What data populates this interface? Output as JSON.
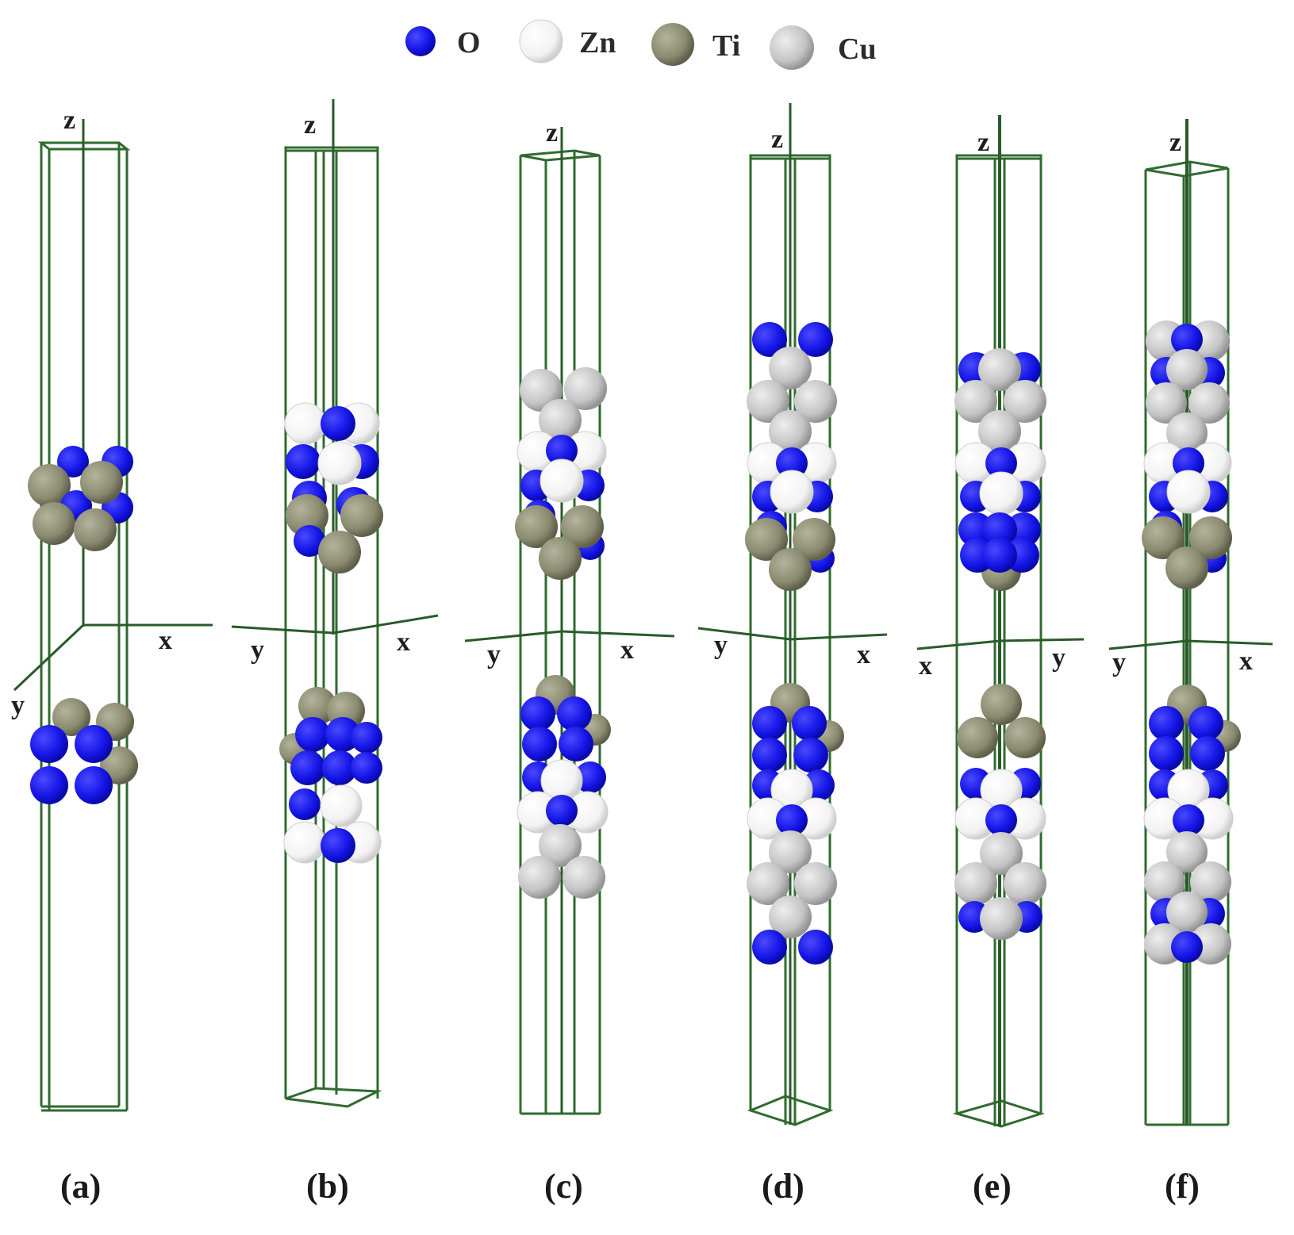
{
  "legend": [
    {
      "symbol": "O",
      "color": "#1414e6"
    },
    {
      "symbol": "Zn",
      "color": "#f7f7f7"
    },
    {
      "symbol": "Ti",
      "color": "#8a8a70"
    },
    {
      "symbol": "Cu",
      "color": "#c4c4c4"
    }
  ],
  "colors": {
    "O": "#1414e6",
    "Zn": "#f7f7f7",
    "Ti": "#8a8a70",
    "Cu": "#c4c4c4",
    "box": "#2f6b2f"
  },
  "panels": [
    {
      "label": "(a)",
      "axes": {
        "vertical": "z",
        "left": "y",
        "right": "x"
      },
      "upper_cluster": [
        "O",
        "Ti"
      ],
      "lower_cluster": [
        "Ti",
        "O"
      ]
    },
    {
      "label": "(b)",
      "axes": {
        "vertical": "z",
        "left": "y",
        "right": "x"
      },
      "upper_cluster": [
        "Zn",
        "O",
        "Ti"
      ],
      "lower_cluster": [
        "Ti",
        "O",
        "Zn"
      ]
    },
    {
      "label": "(c)",
      "axes": {
        "vertical": "z",
        "left": "y",
        "right": "x"
      },
      "upper_cluster": [
        "Cu",
        "Zn",
        "O",
        "Ti"
      ],
      "lower_cluster": [
        "Ti",
        "O",
        "Zn",
        "Cu"
      ]
    },
    {
      "label": "(d)",
      "axes": {
        "vertical": "z",
        "left": "y",
        "right": "x"
      },
      "upper_cluster": [
        "O",
        "Cu",
        "Zn",
        "O",
        "Ti"
      ],
      "lower_cluster": [
        "Ti",
        "O",
        "Zn",
        "Cu",
        "O"
      ]
    },
    {
      "label": "(e)",
      "axes": {
        "vertical": "z",
        "left": "x",
        "right": "y"
      },
      "upper_cluster": [
        "O",
        "Cu",
        "Zn",
        "O",
        "Ti"
      ],
      "lower_cluster": [
        "Ti",
        "O",
        "Zn",
        "Cu",
        "O"
      ]
    },
    {
      "label": "(f)",
      "axes": {
        "vertical": "z",
        "left": "y",
        "right": "x"
      },
      "upper_cluster": [
        "Cu",
        "O",
        "Zn",
        "O",
        "Ti"
      ],
      "lower_cluster": [
        "Ti",
        "O",
        "Zn",
        "Cu",
        "O"
      ]
    }
  ]
}
